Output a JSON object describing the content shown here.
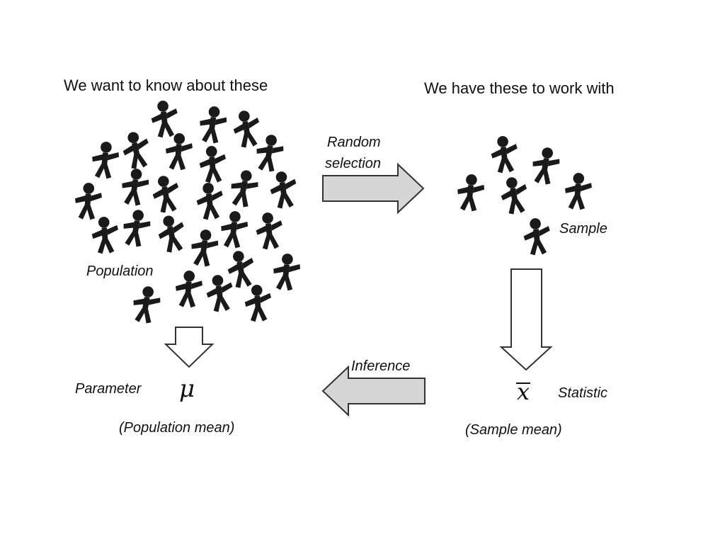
{
  "headers": {
    "population_side": "We want to know about these",
    "sample_side": "We have these to work with"
  },
  "labels": {
    "population": "Population",
    "sample": "Sample",
    "parameter": "Parameter",
    "statistic": "Statistic",
    "population_mean": "(Population mean)",
    "sample_mean": "(Sample mean)"
  },
  "symbols": {
    "mu": "μ",
    "x_bar": "x"
  },
  "arrows": {
    "random_selection_line1": "Random",
    "random_selection_line2": "selection",
    "inference": "Inference"
  },
  "colors": {
    "figure": "#1a1a1a",
    "arrow_fill_gray": "#d6d6d6",
    "arrow_fill_white": "#ffffff",
    "arrow_stroke": "#333333"
  },
  "icons": {
    "person": "person-figure-icon"
  }
}
